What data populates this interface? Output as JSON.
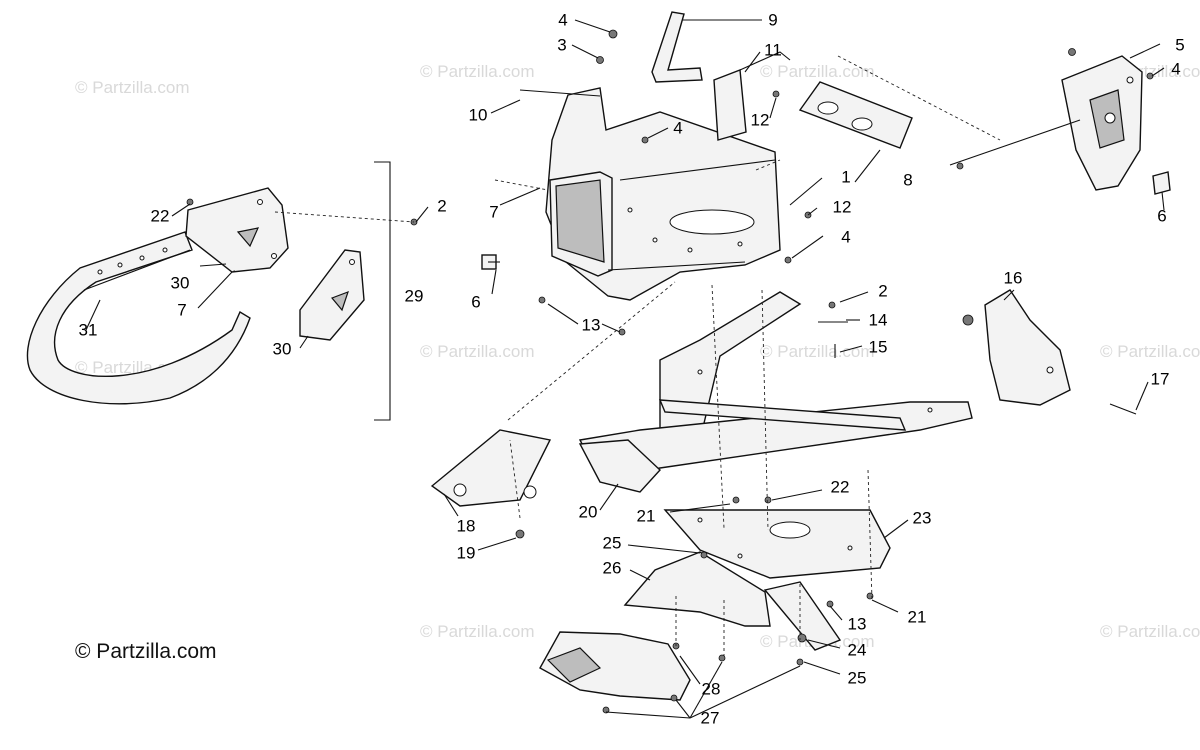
{
  "watermark": "© Partzilla.com",
  "corner_watermark": "© Partzilla.com",
  "callouts": [
    "1",
    "2",
    "2",
    "3",
    "4",
    "4",
    "4",
    "4",
    "5",
    "6",
    "6",
    "7",
    "7",
    "8",
    "9",
    "10",
    "11",
    "12",
    "12",
    "13",
    "13",
    "14",
    "15",
    "16",
    "17",
    "18",
    "19",
    "20",
    "21",
    "21",
    "22",
    "22",
    "23",
    "24",
    "25",
    "25",
    "26",
    "27",
    "28",
    "29",
    "30",
    "30",
    "31"
  ]
}
